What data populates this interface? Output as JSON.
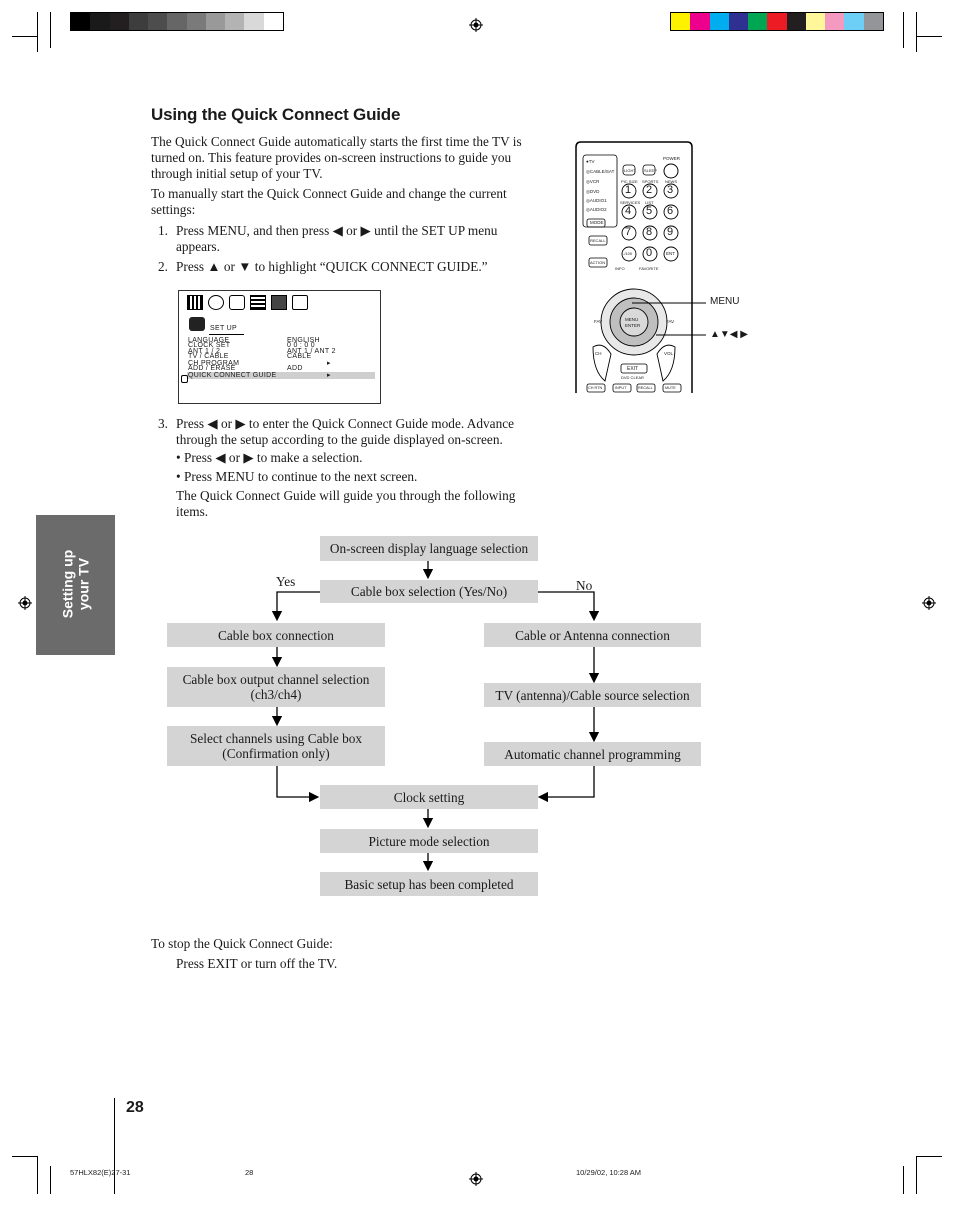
{
  "heading": "Using the Quick Connect Guide",
  "intro_paragraph_1": "The Quick Connect Guide automatically starts the first time the TV is turned on. This feature provides on-screen instructions to guide you through initial setup of your TV.",
  "intro_paragraph_2": "To manually start the Quick Connect Guide and change the current settings:",
  "steps": {
    "step1_num": "1.",
    "step1_text": "Press MENU, and then press ◀ or ▶ until the SET UP menu appears.",
    "step2_num": "2.",
    "step2_text": "Press ▲ or ▼ to highlight “QUICK CONNECT GUIDE.”",
    "step3_num": "3.",
    "step3_text": "Press ◀ or ▶ to enter the Quick Connect Guide mode. Advance through the setup according to the guide displayed on-screen.",
    "bullet1": "• Press ◀ or ▶ to make a selection.",
    "bullet2": "• Press MENU to continue to the next screen.",
    "after_bullets": "The Quick Connect Guide will guide you through the following items."
  },
  "menu_screen": {
    "title": "SET  UP",
    "rows": [
      {
        "label": "LANGUAGE",
        "value": "ENGLISH"
      },
      {
        "label": "CLOCK  SET",
        "value": "0 0 : 0 0"
      },
      {
        "label": "ANT 1 / 2",
        "value": "ANT 1 / ANT 2"
      },
      {
        "label": "TV / CABLE",
        "value": "CABLE"
      },
      {
        "label": "CH  PROGRAM",
        "value": "▸"
      },
      {
        "label": "ADD / ERASE",
        "value": "ADD"
      },
      {
        "label": "QUICK CONNECT GUIDE",
        "value": "▸"
      }
    ]
  },
  "remote": {
    "menu_label": "MENU",
    "arrows_label": "▲▼◀ ▶",
    "mode_labels": [
      "●TV",
      "◎CABLE/SAT",
      "◎VCR",
      "◎DVD",
      "◎AUDIO1",
      "◎AUDIO2"
    ],
    "top_labels": [
      "POWER",
      "LIGHT",
      "SLEEP"
    ],
    "row_labels": [
      "PIC SIZE",
      "SPORTS",
      "NEWS"
    ],
    "keys_row1": [
      "1",
      "2",
      "3"
    ],
    "services_label": "SERVICES",
    "list_label": "LIST",
    "mode_key": "MODE",
    "keys_row2": [
      "4",
      "5",
      "6"
    ],
    "recall_key": "RECALL",
    "keys_row3": [
      "7",
      "8",
      "9"
    ],
    "action_key": "ACTION",
    "minus_key": "-/100",
    "zero_key": "0",
    "ent_key": "ENT",
    "info_label": "INFO",
    "favorite_label": "FAVORITE",
    "menu_center": "MENU",
    "enter_center": "ENTER",
    "fav_left": "FAV",
    "fav_right": "FAV",
    "ch_label": "CH",
    "vol_label": "VOL",
    "exit_key": "EXIT",
    "dvd_clear": "DVD CLEAR",
    "bottom_keys": [
      "CH RTN",
      "INPUT",
      "RECALL",
      "MUTE"
    ]
  },
  "flow": {
    "yes": "Yes",
    "no": "No",
    "b1": "On-screen display language selection",
    "b2": "Cable box selection (Yes/No)",
    "b3": "Cable box connection",
    "b4": "Cable box output channel selection\n(ch3/ch4)",
    "b5": "Select channels using Cable box\n(Confirmation only)",
    "b6": "Cable or Antenna connection",
    "b7": "TV (antenna)/Cable source selection",
    "b8": "Automatic channel programming",
    "b9": "Clock setting",
    "b10": "Picture mode selection",
    "b11": "Basic setup has been completed"
  },
  "stop_text": "To stop the Quick Connect Guide:",
  "stop_sub": "Press EXIT or turn off the TV.",
  "side_tab": "Setting up\nyour TV",
  "page_number": "28",
  "footer": {
    "left": "57HLX82(E)27-31",
    "center": "28",
    "right": "10/29/02, 10:28 AM"
  },
  "colors": {
    "flow_box": "#d4d4d4",
    "tab_gray": "#6b6b6b",
    "color_bar": [
      "#fff200",
      "#ec008c",
      "#00aeef",
      "#2e3192",
      "#00a651",
      "#ed1c24",
      "#231f20",
      "#fff799",
      "#f49ac1",
      "#6dcff6",
      "#939598"
    ],
    "gray_bar": [
      "#000000",
      "#1a1a1a",
      "#231f20",
      "#3d3d3d",
      "#4d4d4d",
      "#666666",
      "#7a7a7a",
      "#999999",
      "#b3b3b3",
      "#d9d9d9",
      "#ffffff"
    ]
  }
}
